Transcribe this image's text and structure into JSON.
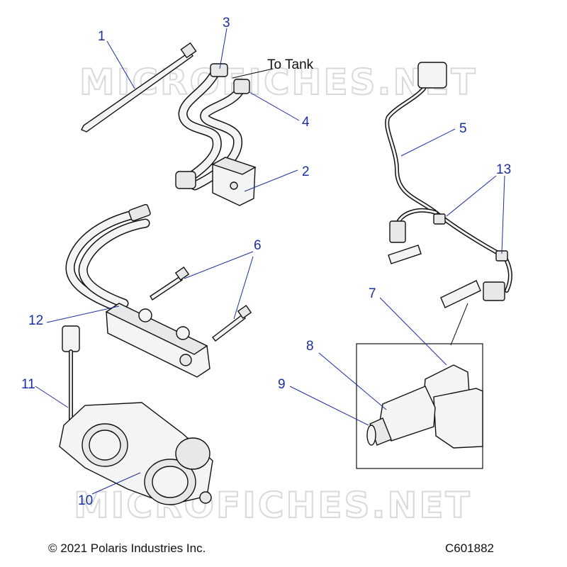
{
  "watermark": "MICROFICHES.NET",
  "callouts": {
    "c1": "1",
    "c2": "2",
    "c3": "3",
    "c4": "4",
    "c5": "5",
    "c6": "6",
    "c7": "7",
    "c8": "8",
    "c9": "9",
    "c10": "10",
    "c11": "11",
    "c12": "12",
    "c13": "13"
  },
  "to_tank": "To Tank",
  "footer": {
    "copyright": "© 2021 Polaris Industries Inc.",
    "code": "C601882"
  },
  "colors": {
    "callout": "#1a2ea0",
    "line": "#111111",
    "watermark": "#d9d9d9"
  }
}
